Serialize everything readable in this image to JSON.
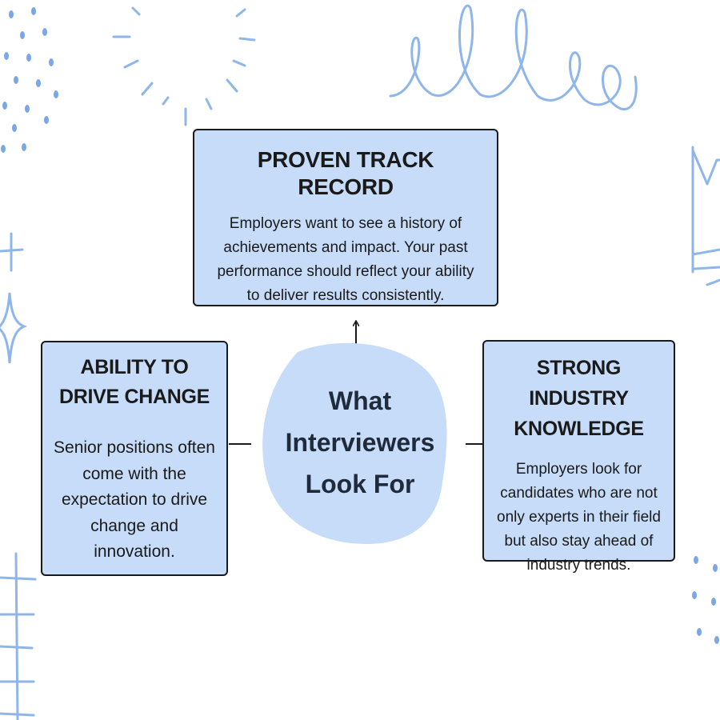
{
  "center": {
    "title": "What Interviewers Look For",
    "color": "#c6dcf9"
  },
  "cards": {
    "top": {
      "title": "PROVEN TRACK RECORD",
      "body": "Employers want to see a history of achievements and impact. Your past performance should reflect your ability to deliver results consistently."
    },
    "left": {
      "title": "ABILITY TO DRIVE CHANGE",
      "body": "Senior positions often come with the expectation to drive change and innovation."
    },
    "right": {
      "title": "STRONG INDUSTRY KNOWLEDGE",
      "body": "Employers look for candidates who are not only experts in their field but also stay ahead of industry trends."
    }
  },
  "colors": {
    "card_fill": "#c6dcf9",
    "border": "#1a1a1a",
    "doodle": "#8fb6ea"
  }
}
